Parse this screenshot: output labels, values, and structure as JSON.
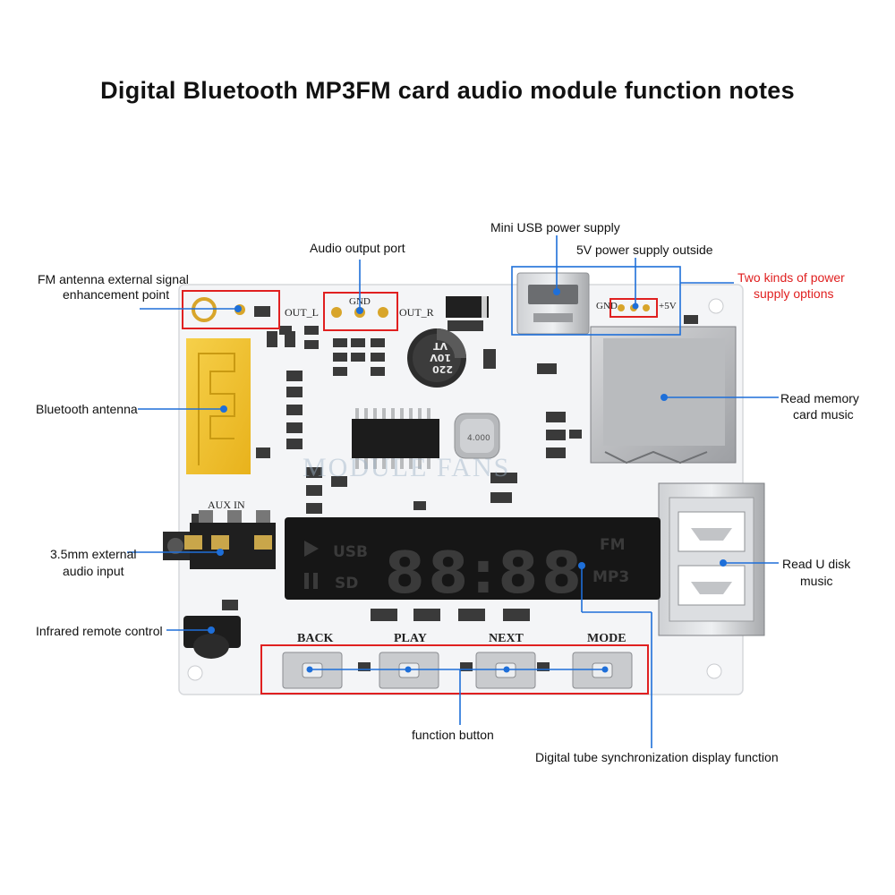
{
  "title": "Digital Bluetooth MP3FM card audio module function notes",
  "callouts": {
    "fm_antenna": [
      "FM antenna external signal",
      "enhancement point"
    ],
    "audio_output": "Audio output port",
    "mini_usb": "Mini USB power supply",
    "five_v": "5V power supply outside",
    "two_kinds": [
      "Two kinds of power",
      "supply options"
    ],
    "bt_antenna": "Bluetooth antenna",
    "read_memory": [
      "Read memory",
      "card music"
    ],
    "ext_audio": [
      "3.5mm external",
      "audio input"
    ],
    "read_udisk": [
      "Read U disk",
      "music"
    ],
    "infrared": "Infrared remote control",
    "function_button": "function button",
    "digital_tube": "Digital tube synchronization display function"
  },
  "board": {
    "silk_out_l": "OUT_L",
    "silk_out_r": "OUT_R",
    "silk_gnd_top": "GND",
    "silk_gnd_right": "GND",
    "silk_5v": "+5V",
    "silk_aux": "AUX IN",
    "capacitor": [
      "220",
      "10V",
      "VT"
    ],
    "crystal": "4.000",
    "watermark": "MODULE FANS",
    "display": {
      "usb": "USB",
      "sd": "SD",
      "fm": "FM",
      "mp3": "MP3",
      "digits": "88:88"
    },
    "buttons": [
      "BACK",
      "PLAY",
      "NEXT",
      "MODE"
    ]
  },
  "colors": {
    "callout_line": "#1e6fd9",
    "highlight_box": "#e02020",
    "board": "#f4f5f7",
    "antenna": "#f2c12e"
  }
}
